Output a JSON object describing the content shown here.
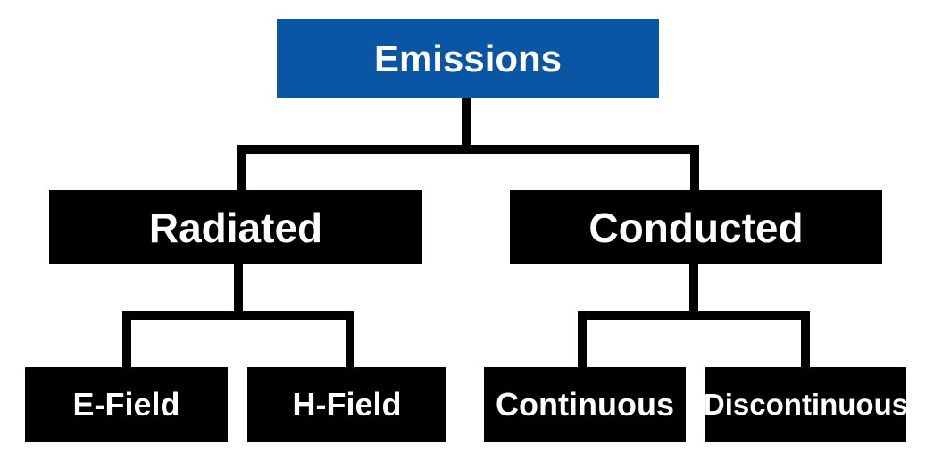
{
  "diagram": {
    "type": "tree",
    "colors": {
      "canvas_bg": "#ffffff",
      "root_box": "#0b56a4",
      "branch_box": "#000000",
      "label_text": "#ffffff",
      "connector": "#000000"
    },
    "tree": {
      "label": "Emissions",
      "children": [
        {
          "label": "Radiated",
          "children": [
            {
              "label": "E-Field"
            },
            {
              "label": "H-Field"
            }
          ]
        },
        {
          "label": "Conducted",
          "children": [
            {
              "label": "Continuous"
            },
            {
              "label": "Discontinuous"
            }
          ]
        }
      ]
    }
  }
}
